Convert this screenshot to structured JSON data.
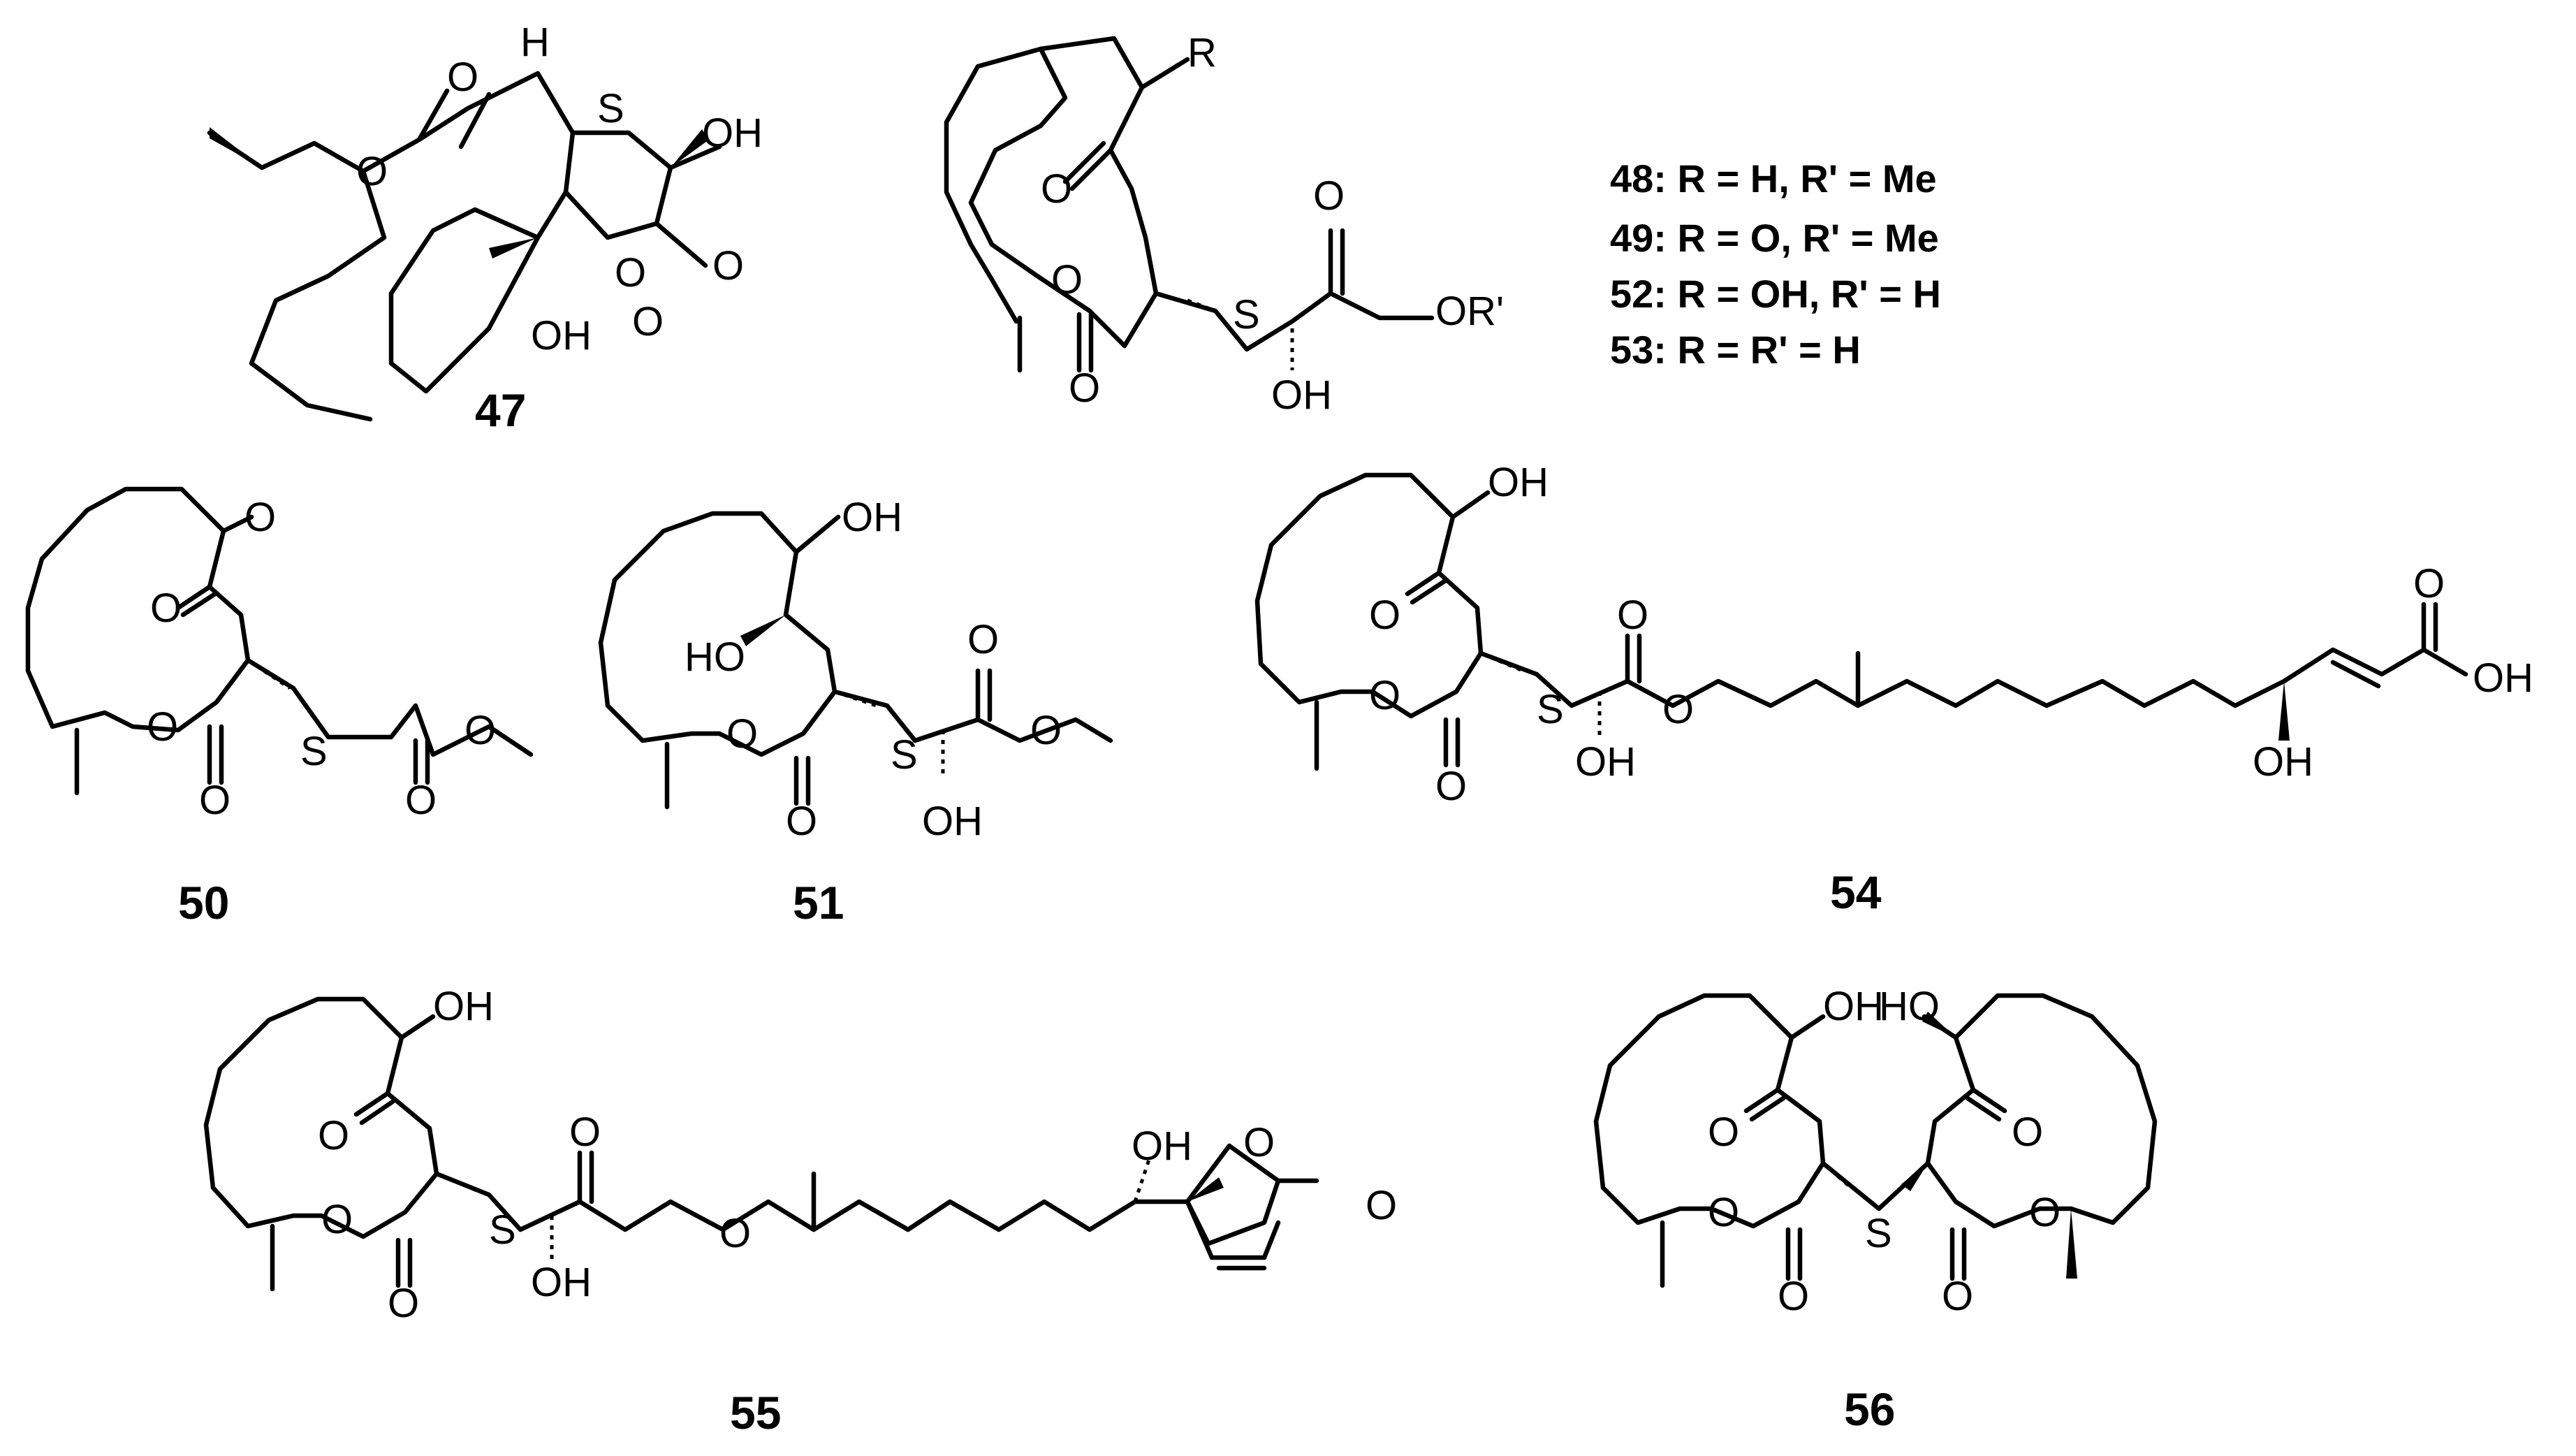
{
  "compounds": {
    "c47": "47",
    "c50": "50",
    "c51": "51",
    "c54": "54",
    "c55": "55",
    "c56": "56"
  },
  "r_group_table": [
    {
      "num": "48",
      "text": ": R = H, R' = Me"
    },
    {
      "num": "49",
      "text": ": R = O, R' = Me"
    },
    {
      "num": "52",
      "text": ": R = OH, R' = H"
    },
    {
      "num": "53",
      "text": ": R = R' = H"
    }
  ],
  "atoms": {
    "O": "O",
    "S": "S",
    "H": "H",
    "OH": "OH",
    "HO": "HO",
    "R": "R",
    "ORp": "OR'"
  }
}
